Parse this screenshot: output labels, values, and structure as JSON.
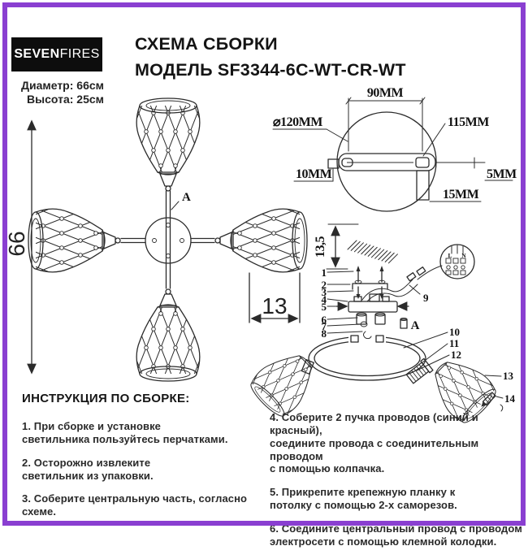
{
  "page": {
    "accent": "#8a3fd1",
    "background": "#ffffff"
  },
  "header": {
    "logo": {
      "part1": "SEVEN",
      "part2": "FIRES"
    },
    "title_line1": "СХЕМА СБОРКИ",
    "title_line2": "МОДЕЛЬ SF3344-6C-WT-CR-WT",
    "diameter_label": "Диаметр: 66см",
    "height_label": "Высота: 25см"
  },
  "overview": {
    "height_dim": "66",
    "shade_dim": "13",
    "arm_label": "A"
  },
  "detail_view": {
    "width_top": "90MM",
    "diameter": "⌀120MM",
    "offset_right": "115MM",
    "tab_left": "10MM",
    "gap_right": "5MM",
    "tab_bottom": "15MM"
  },
  "exploded_view": {
    "height_dim": "13,5",
    "terminal": {
      "live": "L",
      "neutral": "N"
    },
    "detail_label": "A",
    "callouts": [
      "1",
      "2",
      "3",
      "4",
      "5",
      "6",
      "7",
      "8",
      "9",
      "10",
      "11",
      "12",
      "13",
      "14"
    ]
  },
  "instructions": {
    "heading": "ИНСТРУКЦИЯ ПО СБОРКЕ:",
    "steps_left": [
      "1. При сборке и установке\nсветильника пользуйтесь перчатками.",
      "2. Осторожно извлеките\nсветильник из упаковки.",
      "3. Соберите центральную часть, согласно схеме."
    ],
    "steps_right": [
      "4. Соберите 2 пучка проводов (синий и красный),\nсоедините провода с соединительным проводом\nс помощью колпачка.",
      "5. Прикрепите крепежную планку к\nпотолку с помощью 2-х саморезов.",
      "6. Соедините центральный провод с проводом\nэлектросети с помощью клемной колодки."
    ]
  }
}
